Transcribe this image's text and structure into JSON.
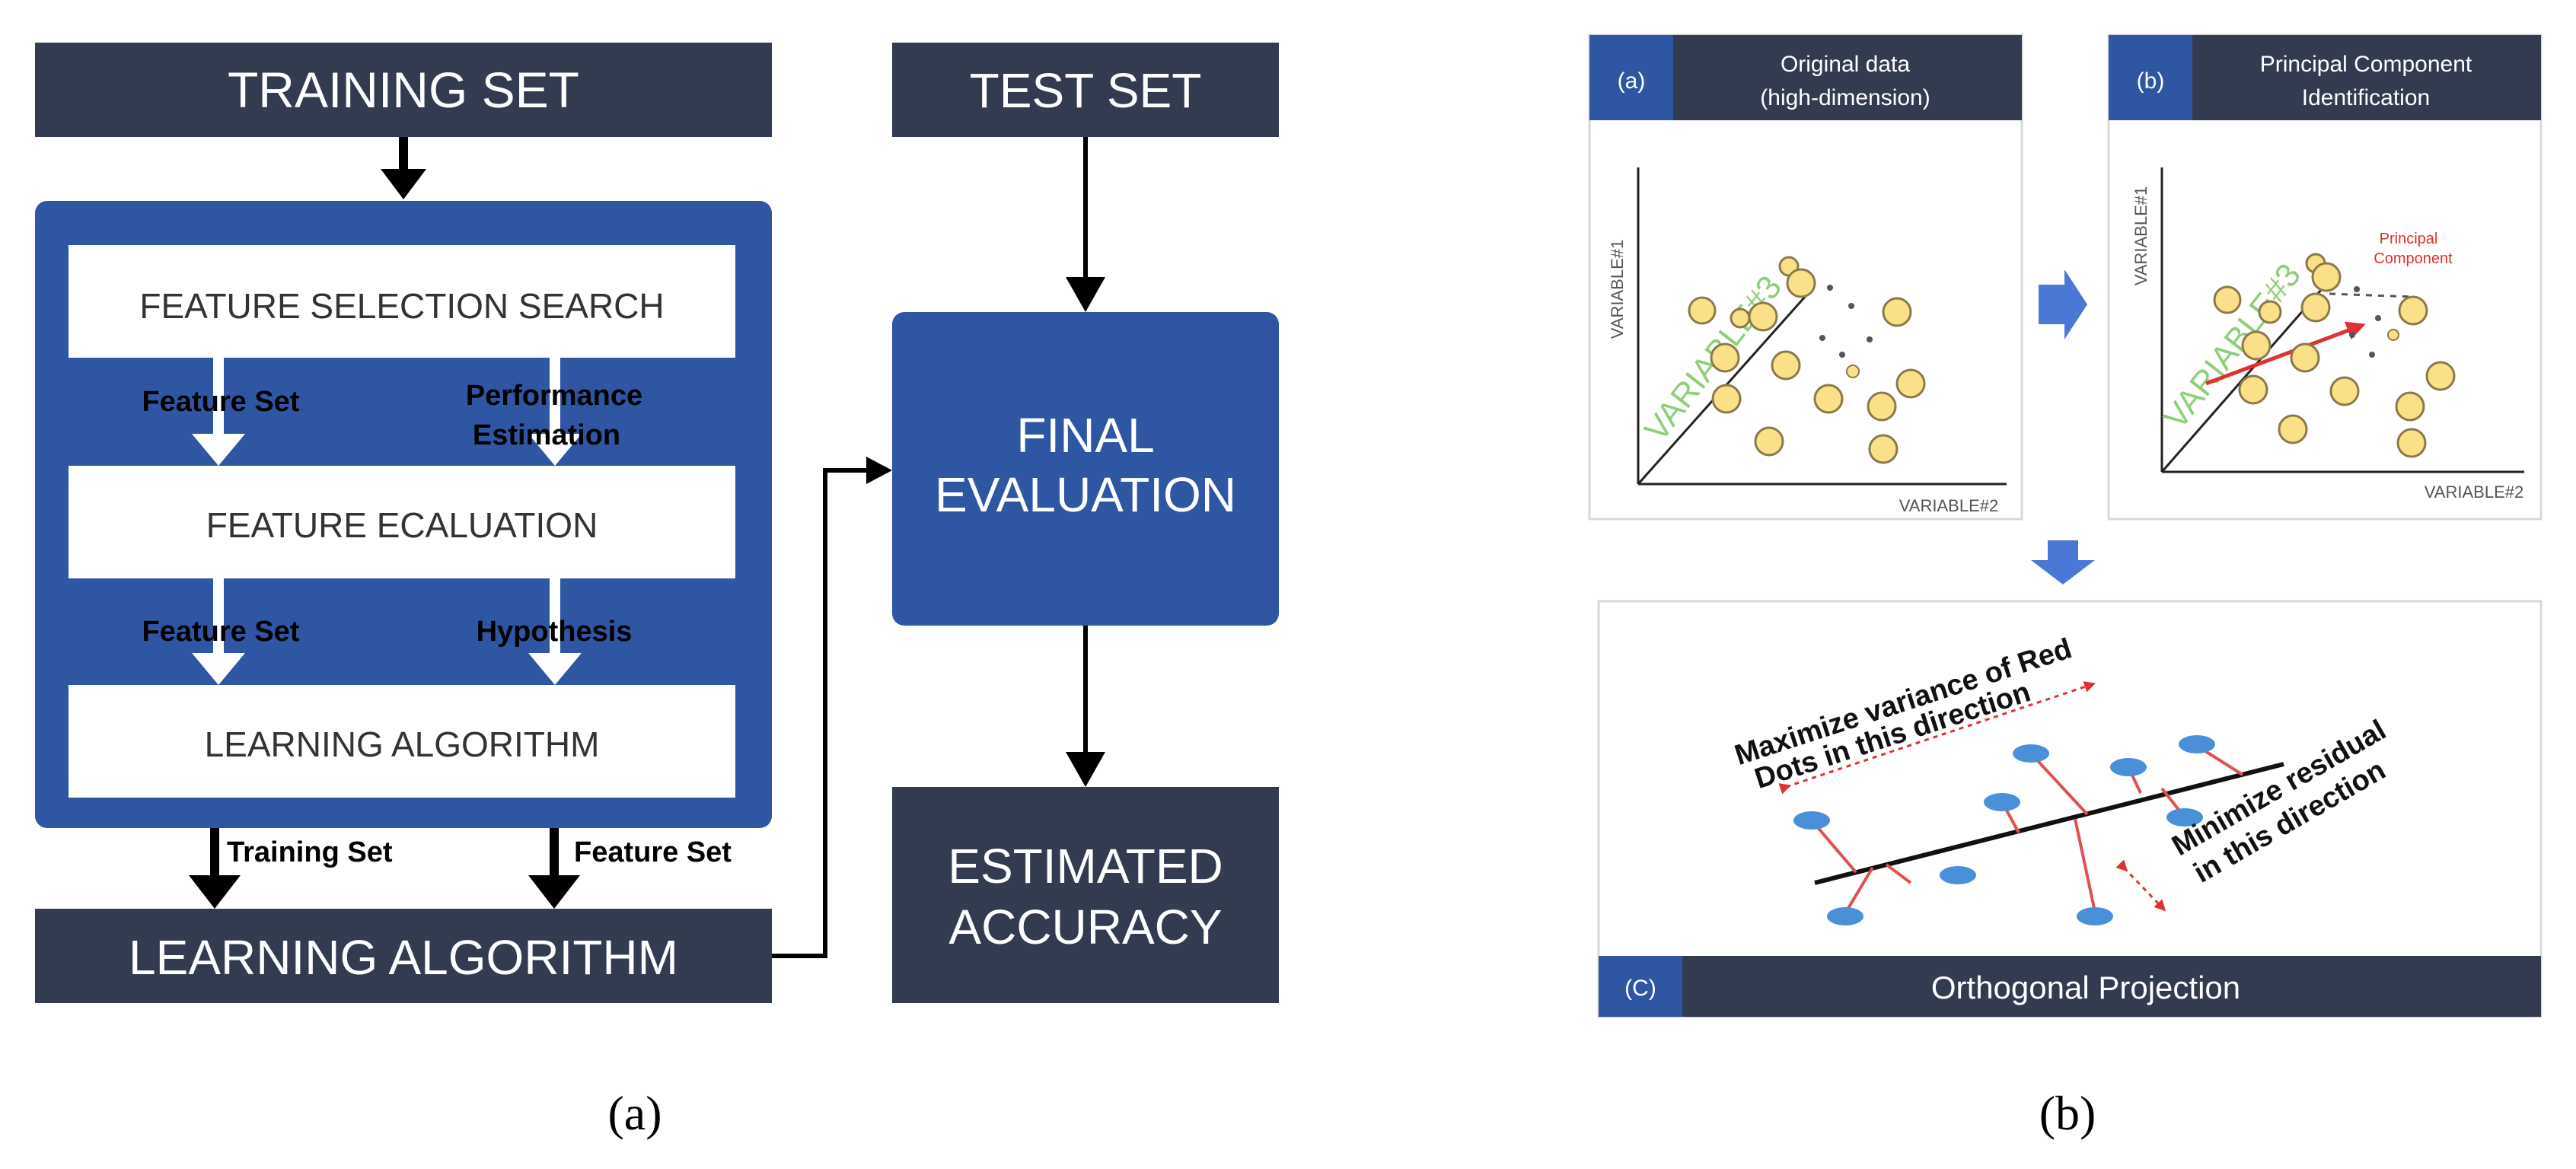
{
  "colors": {
    "navy": "#323b4f",
    "blue": "#2e56a3",
    "white": "#ffffff",
    "yellow": "#fbe08a",
    "dot_blue": "#4a90d9",
    "red": "#e03030",
    "green_text": "#8fce7a",
    "arrow_blue": "#4a78d4"
  },
  "panel_a": {
    "training_set": "TRAINING SET",
    "test_set": "TEST SET",
    "feature_selection_search": "FEATURE SELECTION SEARCH",
    "feature_evaluation": "FEATURE ECALUATION",
    "learning_algorithm_inner": "LEARNING ALGORITHM",
    "feature_set_1": "Feature Set",
    "performance_estimation_1": "Performance",
    "performance_estimation_2": "Estimation",
    "feature_set_2": "Feature Set",
    "hypothesis": "Hypothesis",
    "training_set_label": "Training Set",
    "feature_set_3": "Feature Set",
    "learning_algorithm_bottom": "LEARNING ALGORITHM",
    "final_evaluation_1": "FINAL",
    "final_evaluation_2": "EVALUATION",
    "estimated_accuracy_1": "ESTIMATED",
    "estimated_accuracy_2": "ACCURACY",
    "caption": "(a)"
  },
  "panel_b": {
    "sub_a_tag": "(a)",
    "sub_a_title_1": "Original data",
    "sub_a_title_2": "(high-dimension)",
    "sub_b_tag": "(b)",
    "sub_b_title_1": "Principal Component",
    "sub_b_title_2": "Identification",
    "variable1": "VARIABLE#1",
    "variable2": "VARIABLE#2",
    "variable3": "VARIABLE#3",
    "principal_1": "Principal",
    "principal_2": "Component",
    "maximize_1": "Maximize variance of Red",
    "maximize_2": "Dots in this direction",
    "minimize_1": "Minimize residual",
    "minimize_2": "in this direction",
    "sub_c_tag": "(C)",
    "sub_c_title": "Orthogonal Projection",
    "caption": "(b)"
  }
}
